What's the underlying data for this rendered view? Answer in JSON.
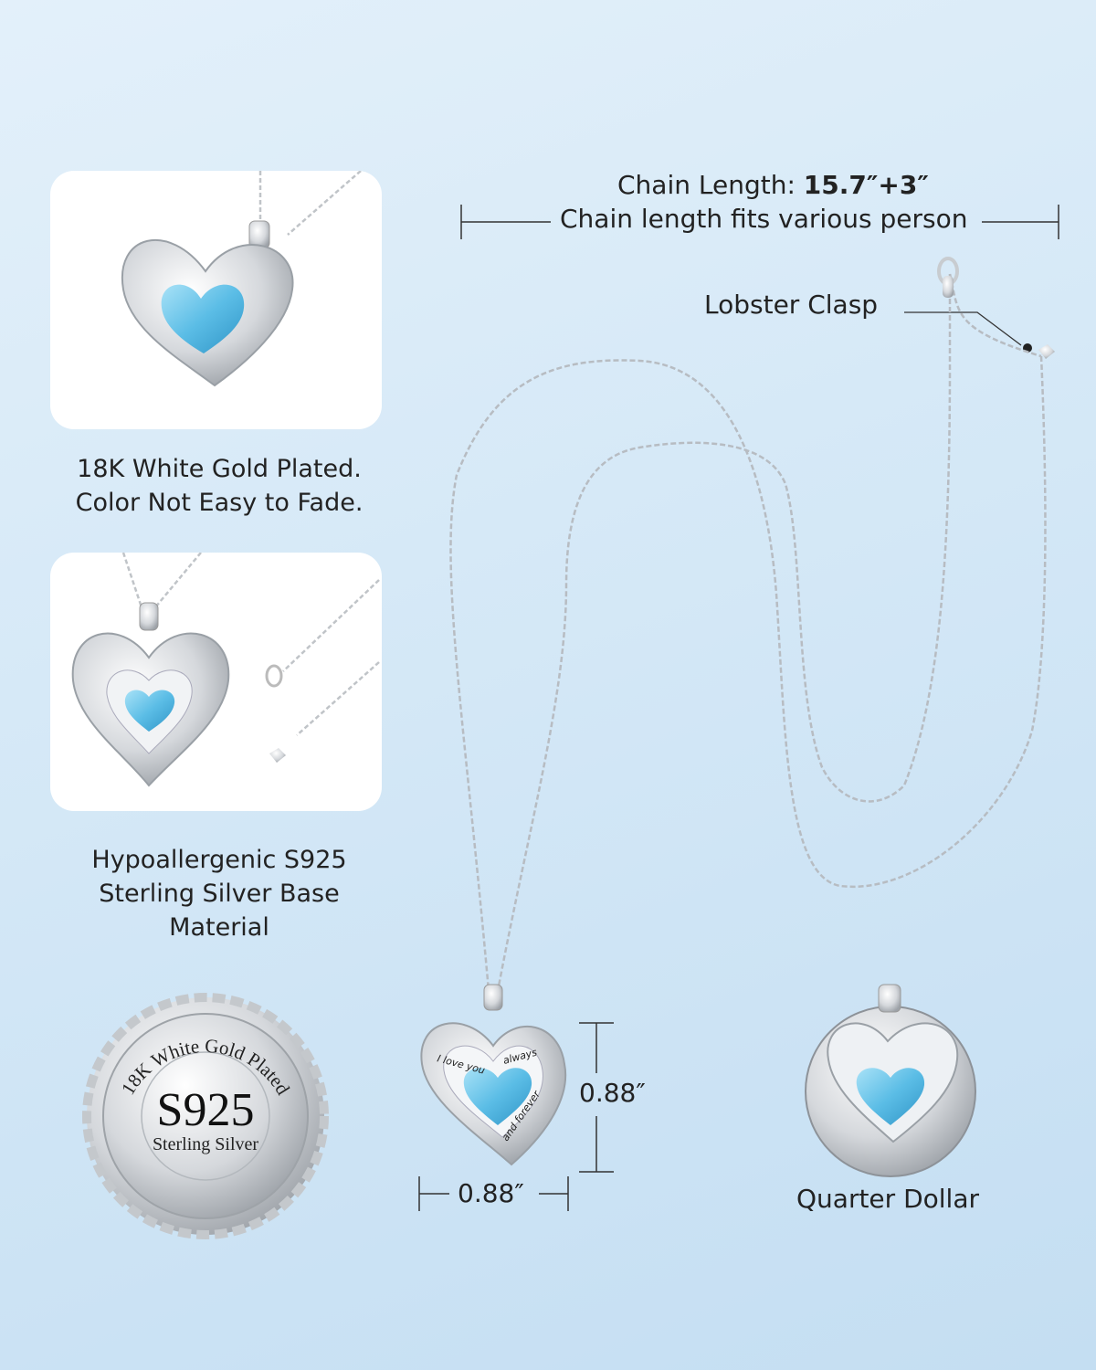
{
  "chain": {
    "title_prefix": "Chain Length: ",
    "title_value": "15.7″+3″",
    "subtitle": "Chain length fits various person"
  },
  "clasp_label": "Lobster Clasp",
  "features": [
    {
      "lines": [
        "18K White Gold Plated.",
        "Color Not Easy to Fade."
      ]
    },
    {
      "lines": [
        "Hypoallergenic S925",
        "Sterling Silver Base",
        "Material"
      ]
    }
  ],
  "badge": {
    "arc_text": "18K White Gold Plated",
    "main": "S925",
    "sub": "Sterling Silver"
  },
  "engraving": {
    "a": "I love you",
    "b": "always",
    "c": "and forever"
  },
  "dimensions": {
    "height": "0.88″",
    "width": "0.88″"
  },
  "coin_label": "Quarter Dollar",
  "colors": {
    "gem": "#6cc6ea",
    "silver": "#c9ccd0",
    "background": "#d6e9f7"
  }
}
